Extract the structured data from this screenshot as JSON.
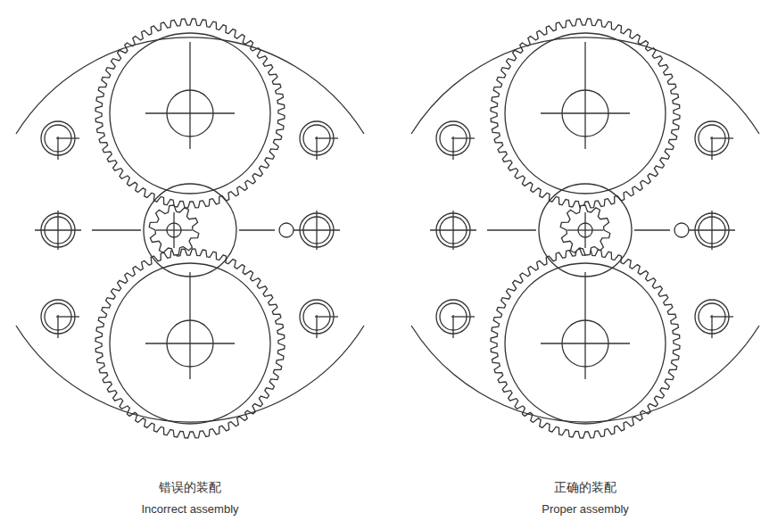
{
  "diagram": {
    "labels": [
      "错误的装配",
      "Incorrect assembly",
      "正确的装配",
      "Proper assembly"
    ]
  }
}
